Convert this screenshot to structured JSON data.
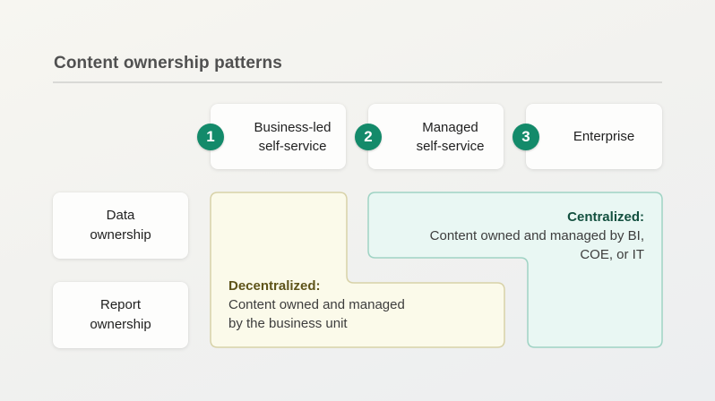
{
  "title": "Content ownership patterns",
  "patterns": [
    {
      "number": "1",
      "label": "Business-led\nself-service"
    },
    {
      "number": "2",
      "label": "Managed\nself-service"
    },
    {
      "number": "3",
      "label": "Enterprise"
    }
  ],
  "rows": [
    {
      "label": "Data\nownership"
    },
    {
      "label": "Report\nownership"
    }
  ],
  "decentralized": {
    "heading": "Decentralized:",
    "body": "Content owned and managed\nby the business unit"
  },
  "centralized": {
    "heading": "Centralized:",
    "body": "Content owned and managed by BI,\nCOE, or IT"
  },
  "colors": {
    "badge": "#138a6a",
    "decentralized_fill": "#fbfaea",
    "decentralized_border": "#d8d2a8",
    "centralized_fill": "#e9f7f3",
    "centralized_border": "#9fd3c4"
  }
}
